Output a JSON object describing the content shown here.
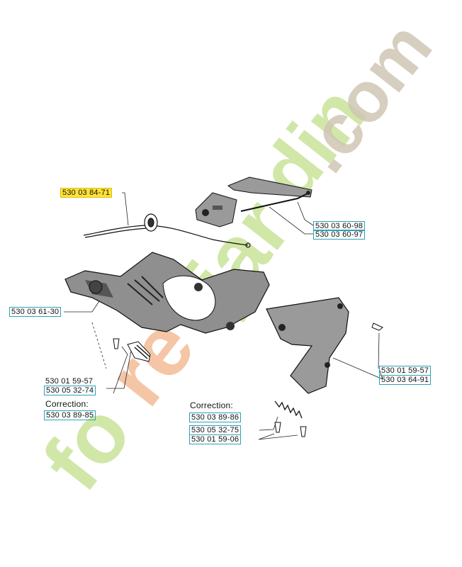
{
  "watermark": {
    "text": "foretjardin.com",
    "colors": {
      "green": "#c9e39a",
      "orange": "#f2b890",
      "grey": "#cfc6b4"
    }
  },
  "diagram": {
    "parts": [
      {
        "id": "p1",
        "label": "530 03 84-71",
        "highlighted": true
      },
      {
        "id": "p2",
        "label": "530 03 60-98"
      },
      {
        "id": "p3",
        "label": "530 03 60-97"
      },
      {
        "id": "p4",
        "label": "530 03 61-30"
      },
      {
        "id": "p5",
        "label": "530 01 59-57"
      },
      {
        "id": "p6",
        "label": "530 05 32-74"
      },
      {
        "id": "p7",
        "label": "530 03 89-85"
      },
      {
        "id": "p8",
        "label": "530 01 59-57"
      },
      {
        "id": "p9",
        "label": "530 03 64-91"
      },
      {
        "id": "p10",
        "label": "530 03 89-86"
      },
      {
        "id": "p11",
        "label": "530 05 32-75"
      },
      {
        "id": "p12",
        "label": "530 01 59-06"
      }
    ],
    "corrections": [
      {
        "id": "c1",
        "label": "Correction:"
      },
      {
        "id": "c2",
        "label": "Correction:"
      }
    ],
    "highlight_color": "#ffe23a",
    "box_color": "#2aa3b8"
  }
}
